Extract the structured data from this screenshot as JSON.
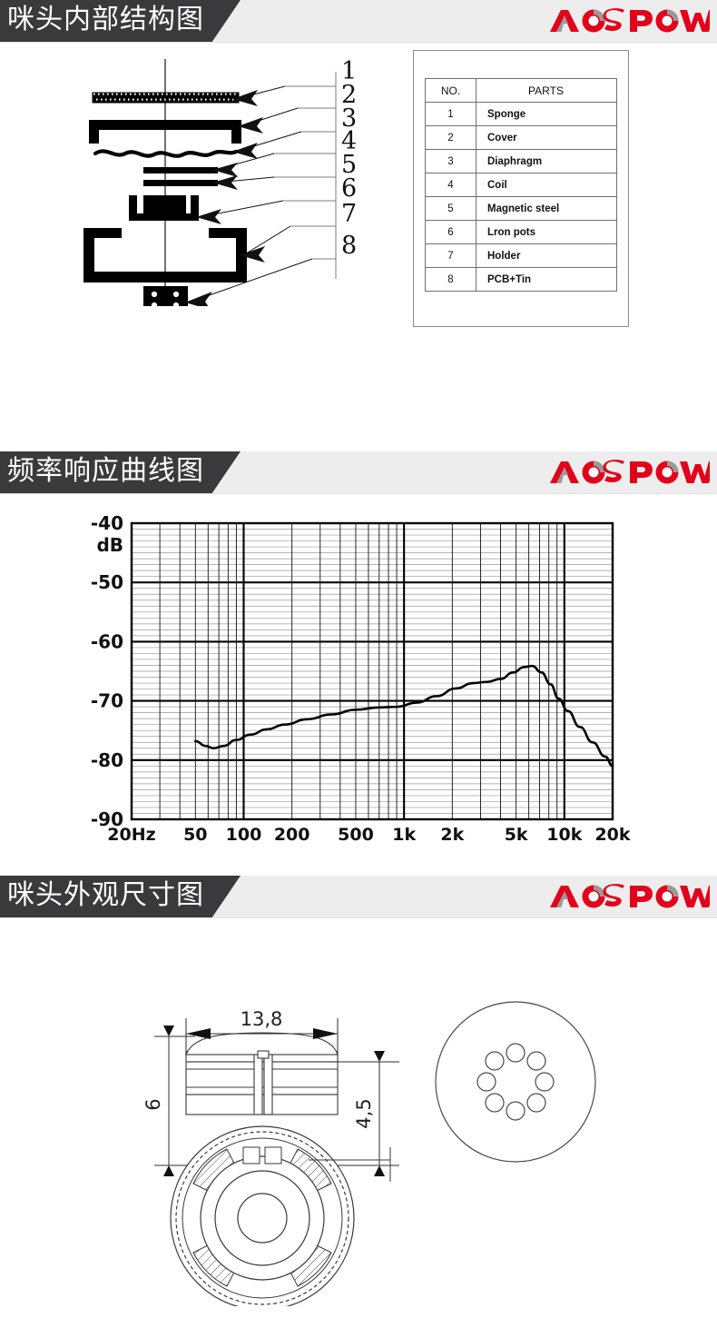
{
  "brand": {
    "name": "AOSPOW",
    "red": "#e2001a",
    "gray": "#9a9a9a",
    "watermark_color": "#f6dcdc"
  },
  "sections": [
    {
      "id": "internal-structure",
      "title": "咪头内部结构图"
    },
    {
      "id": "frequency-response",
      "title": "频率响应曲线图"
    },
    {
      "id": "exterior-dimensions",
      "title": "咪头外观尺寸图"
    }
  ],
  "parts_table": {
    "headers": [
      "NO.",
      "PARTS"
    ],
    "rows": [
      {
        "no": "1",
        "part": "Sponge"
      },
      {
        "no": "2",
        "part": "Cover"
      },
      {
        "no": "3",
        "part": "Diaphragm"
      },
      {
        "no": "4",
        "part": "Coil"
      },
      {
        "no": "5",
        "part": "Magnetic steel"
      },
      {
        "no": "6",
        "part": "Lron pots"
      },
      {
        "no": "7",
        "part": "Holder"
      },
      {
        "no": "8",
        "part": "PCB+Tin"
      }
    ]
  },
  "exploded_callouts": [
    "1",
    "2",
    "3",
    "4",
    "5",
    "6",
    "7",
    "8"
  ],
  "chart_data": {
    "type": "line",
    "title": "",
    "xlabel": "",
    "ylabel": "dB",
    "xscale": "log",
    "grid": true,
    "legend": "none",
    "xlim": [
      20,
      20000
    ],
    "ylim": [
      -90,
      -40
    ],
    "xticks": [
      "20Hz",
      "50",
      "100",
      "200",
      "500",
      "1k",
      "2k",
      "5k",
      "10k",
      "20k"
    ],
    "xtick_values": [
      20,
      50,
      100,
      200,
      500,
      1000,
      2000,
      5000,
      10000,
      20000
    ],
    "yticks": [
      "-40",
      "-50",
      "-60",
      "-70",
      "-80",
      "-90"
    ],
    "ytick_values": [
      -40,
      -50,
      -60,
      -70,
      -80,
      -90
    ],
    "y_unit_label": "dB",
    "series": [
      {
        "name": "Frequency response",
        "points": [
          [
            50,
            -76.8
          ],
          [
            58,
            -77.6
          ],
          [
            65,
            -78.0
          ],
          [
            75,
            -77.6
          ],
          [
            90,
            -76.6
          ],
          [
            110,
            -75.7
          ],
          [
            140,
            -74.8
          ],
          [
            180,
            -74.0
          ],
          [
            250,
            -73.1
          ],
          [
            350,
            -72.3
          ],
          [
            500,
            -71.5
          ],
          [
            700,
            -71.1
          ],
          [
            900,
            -71.0
          ],
          [
            1200,
            -70.3
          ],
          [
            1600,
            -69.2
          ],
          [
            2100,
            -67.9
          ],
          [
            2700,
            -67.0
          ],
          [
            3300,
            -66.8
          ],
          [
            4000,
            -66.3
          ],
          [
            4800,
            -65.2
          ],
          [
            5600,
            -64.3
          ],
          [
            6300,
            -64.1
          ],
          [
            7200,
            -65.2
          ],
          [
            8200,
            -67.2
          ],
          [
            9200,
            -69.6
          ],
          [
            10500,
            -71.7
          ],
          [
            12500,
            -74.4
          ],
          [
            15000,
            -77.0
          ],
          [
            18000,
            -79.4
          ],
          [
            20000,
            -81.0
          ]
        ]
      }
    ]
  },
  "dimensions": {
    "width_label": "13,8",
    "left_height_label": "6",
    "right_height_label": "4,5",
    "top_view_holes": 8
  }
}
